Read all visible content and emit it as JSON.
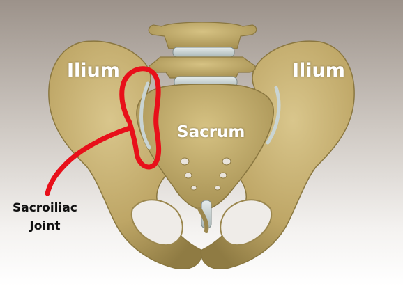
{
  "labels": {
    "ilium_left": "Ilium",
    "ilium_right": "Ilium",
    "sacrum": "Sacrum",
    "joint_line1": "Sacroiliac",
    "joint_line2": "Joint"
  },
  "colors": {
    "background_top": "#9c928a",
    "background_bottom": "#ffffff",
    "bone": "#c3ad6d",
    "bone_shadow": "#8d7a45",
    "cartilage": "#c9d4d3",
    "annotation": "#e8101a",
    "label_bone": "#ffffff",
    "label_callout": "#111111"
  }
}
